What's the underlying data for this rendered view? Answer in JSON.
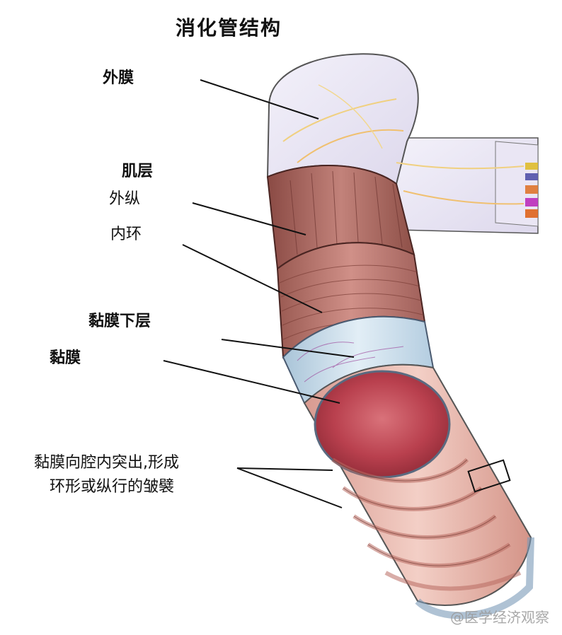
{
  "title": "消化管结构",
  "labels": {
    "serosa": "外膜",
    "muscularis": "肌层",
    "outer_longitudinal": "外纵",
    "inner_circular": "内环",
    "submucosa": "黏膜下层",
    "mucosa": "黏膜",
    "folds_line1": "黏膜向腔内突出,形成",
    "folds_line2": "环形或纵行的皱襞"
  },
  "watermark": "@医学经济观察",
  "colors": {
    "serosa": "#e8e4f2",
    "muscle_outer": "#b36b63",
    "muscle_inner": "#c47a70",
    "submucosa": "#c8dcea",
    "mucosa_inner": "#c9505e",
    "mucosa_folds": "#e9b2a6",
    "mesentery_stripes": [
      "#e0c040",
      "#6060b0",
      "#e08040",
      "#c040c0"
    ]
  }
}
